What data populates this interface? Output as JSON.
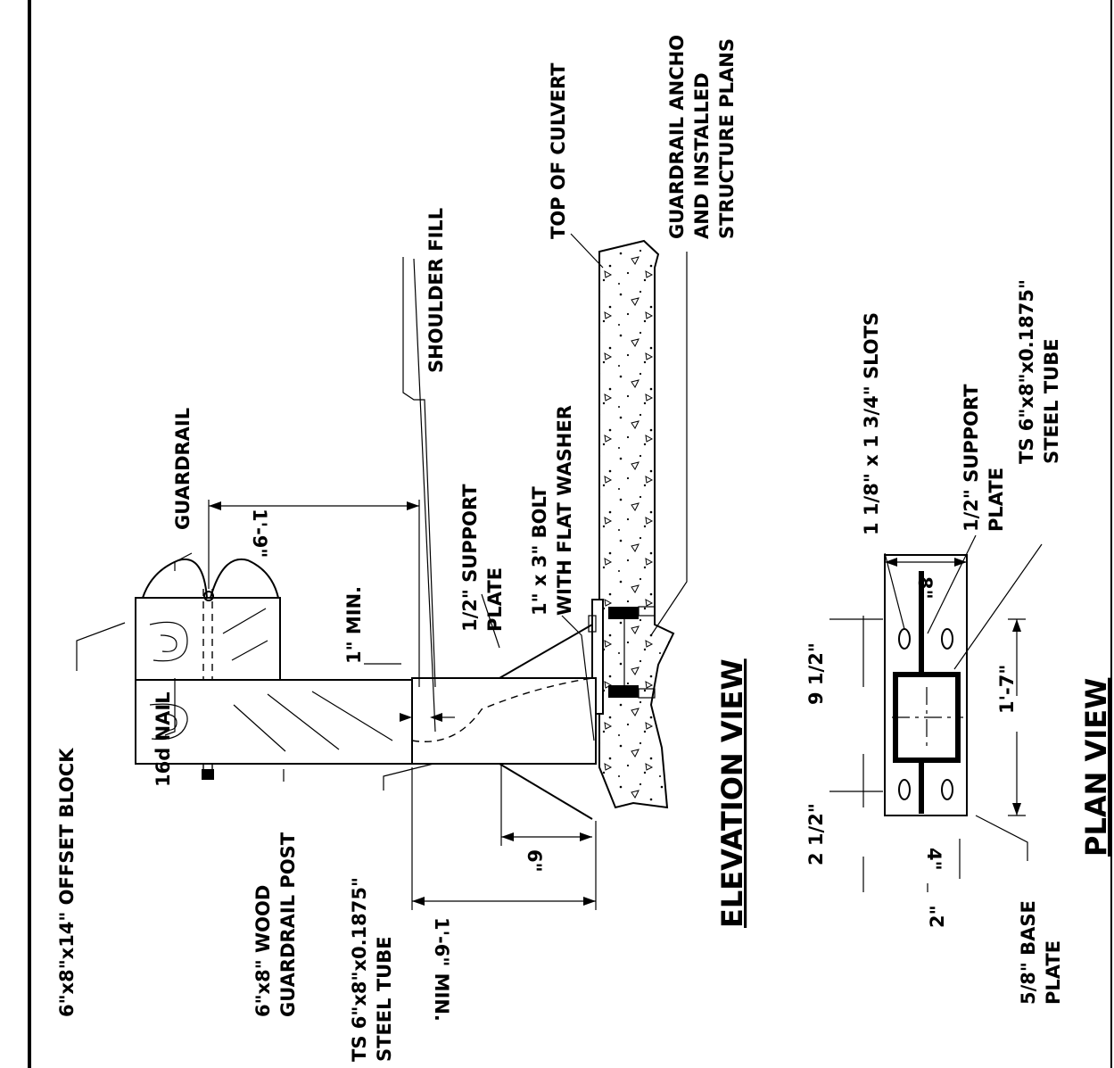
{
  "elevation": {
    "title": "ELEVATION VIEW",
    "labels": {
      "offset_block": "6\"x8\"x14\" OFFSET BLOCK",
      "nail": "16d NAIL",
      "wood_post_1": "6\"x8\" WOOD",
      "wood_post_2": "GUARDRAIL POST",
      "steel_tube_1": "TS 6\"x8\"x0.1875\"",
      "steel_tube_2": "STEEL TUBE",
      "guardrail": "GUARDRAIL",
      "shoulder_fill": "SHOULDER FILL",
      "top_of_culvert": "TOP OF CULVERT",
      "anchor_1": "GUARDRAIL ANCHO",
      "anchor_2": "AND INSTALLED",
      "anchor_3": "STRUCTURE PLANS",
      "support_plate_1": "1/2\" SUPPORT",
      "support_plate_2": "PLATE",
      "bolt_1": "1\" x 3\" BOLT",
      "bolt_2": "WITH FLAT WASHER",
      "min_1in": "1\" MIN."
    },
    "dimensions": {
      "block_to_fill": "1'-9\"",
      "gusset": "6\"",
      "tube_min": "1'-6\" MIN."
    }
  },
  "plan": {
    "title": "PLAN VIEW",
    "labels": {
      "slots": "1 1/8\" x 1 3/4\" SLOTS",
      "support_plate_1": "1/2\" SUPPORT",
      "support_plate_2": "PLATE",
      "steel_tube_1": "TS 6\"x8\"x0.1875\"",
      "steel_tube_2": "STEEL TUBE",
      "base_plate_1": "5/8\" BASE",
      "base_plate_2": "PLATE"
    },
    "dimensions": {
      "width_8": "8\"",
      "slot_spacing": "9 1/2\"",
      "plate_length": "1'-7\"",
      "edge": "2 1/2\"",
      "d2": "2\"",
      "d4": "4\""
    }
  }
}
